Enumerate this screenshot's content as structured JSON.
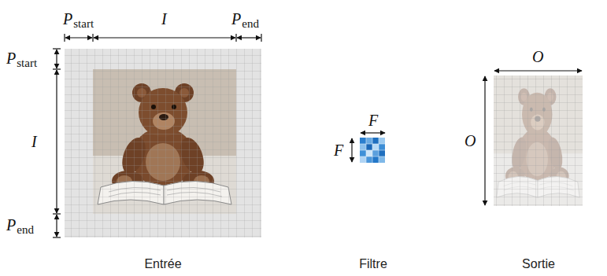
{
  "diagram": {
    "nodes": [
      {
        "text": [
          "Entrée"
        ]
      },
      {
        "text": [
          "Filtre"
        ]
      },
      {
        "text": [
          "Sortie"
        ]
      }
    ],
    "labels": [
      "P",
      "start",
      "I",
      "P",
      "end",
      "P",
      "start",
      "I",
      "P",
      "end",
      "F",
      "F",
      "O",
      "O"
    ]
  }
}
